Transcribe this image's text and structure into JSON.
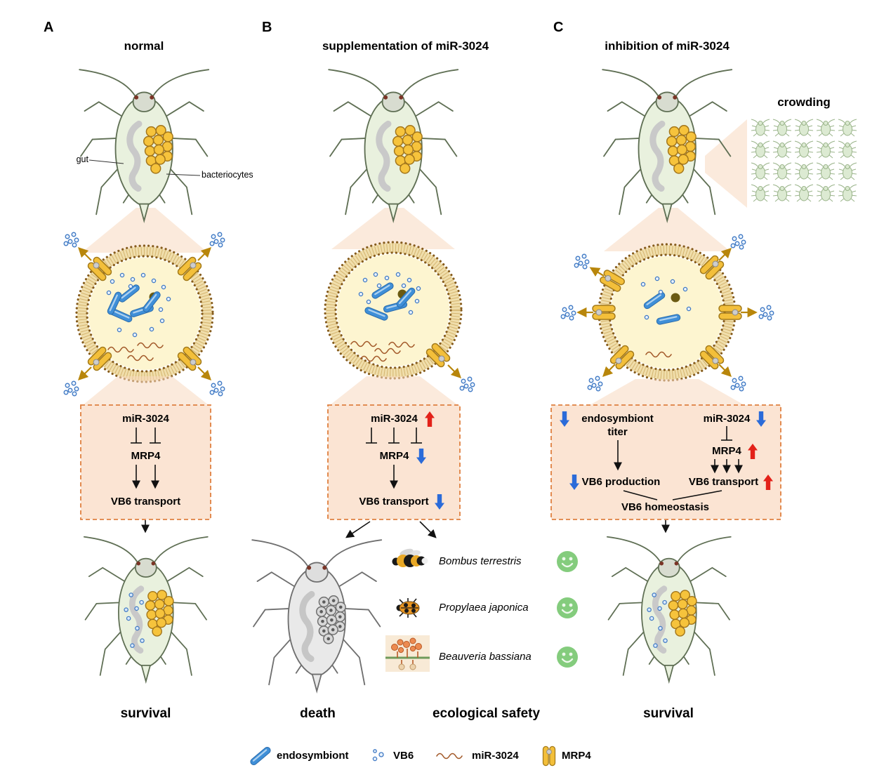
{
  "colors": {
    "box_fill": "#fbe4d3",
    "box_border": "#df8040",
    "up_red": "#e32119",
    "down_blue": "#2b6bd9",
    "mrp4_yellow": "#f3bf3a",
    "endosymbiont_blue": "#3f8fd8",
    "aphid_green": "#e9f1de",
    "smiley_green": "#84cc7d"
  },
  "panels": {
    "a": {
      "label": "A",
      "title": "normal",
      "aphid": {
        "gut_label": "gut",
        "bacteriocytes_label": "bacteriocytes"
      },
      "pathway": {
        "mirna": "miR-3024",
        "mrp4": "MRP4",
        "vb6_transport": "VB6 transport"
      },
      "outcome": "survival"
    },
    "b": {
      "label": "B",
      "title": "supplementation of miR-3024",
      "pathway": {
        "mirna": "miR-3024",
        "mirna_change": "up",
        "mrp4": "MRP4",
        "mrp4_change": "down",
        "vb6_transport": "VB6 transport",
        "vb6_transport_change": "down"
      },
      "outcome": "death",
      "ecology": {
        "title": "ecological safety",
        "species": [
          {
            "name": "Bombus terrestris",
            "status": "safe"
          },
          {
            "name": "Propylaea japonica",
            "status": "safe"
          },
          {
            "name": "Beauveria bassiana",
            "status": "safe"
          }
        ]
      }
    },
    "c": {
      "label": "C",
      "title": "inhibition of miR-3024",
      "crowding_label": "crowding",
      "pathway": {
        "endosymbiont_titer_line1": "endosymbiont",
        "endosymbiont_titer_line2": "titer",
        "endosymbiont_change": "down",
        "mirna": "miR-3024",
        "mirna_change": "down",
        "mrp4": "MRP4",
        "mrp4_change": "up",
        "vb6_production": "VB6 production",
        "vb6_production_change": "down",
        "vb6_transport": "VB6 transport",
        "vb6_transport_change": "up",
        "homeostasis": "VB6 homeostasis"
      },
      "outcome": "survival"
    }
  },
  "legend": {
    "items": [
      {
        "label": "endosymbiont",
        "icon": "endosymbiont-rod-icon"
      },
      {
        "label": "VB6",
        "icon": "vb6-dots-icon"
      },
      {
        "label": "miR-3024",
        "icon": "mirna-squiggle-icon"
      },
      {
        "label": "MRP4",
        "icon": "mrp4-transporter-icon"
      }
    ]
  }
}
